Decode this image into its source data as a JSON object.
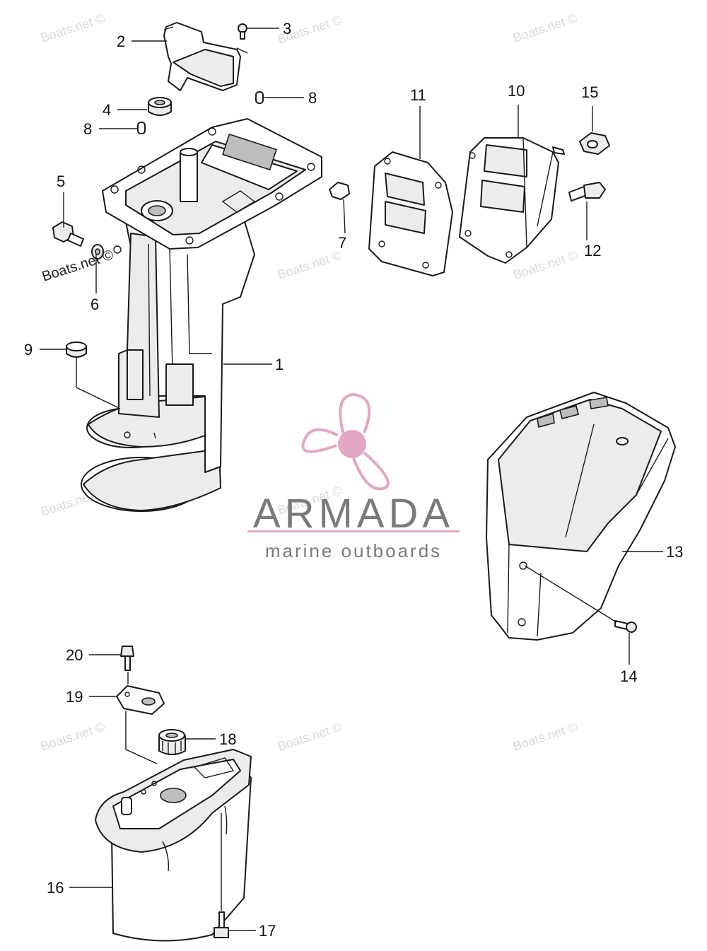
{
  "diagram": {
    "callouts": [
      "1",
      "2",
      "3",
      "4",
      "5",
      "6",
      "7",
      "8",
      "8",
      "9",
      "10",
      "11",
      "12",
      "13",
      "14",
      "15",
      "16",
      "17",
      "18",
      "19",
      "20"
    ],
    "watermark": "Boats.net ©",
    "logo": {
      "brand": "ARMADA",
      "tagline": "marine outboards",
      "brand_color": "#7a7a7a",
      "accent_color": "#e3a6c4"
    }
  }
}
